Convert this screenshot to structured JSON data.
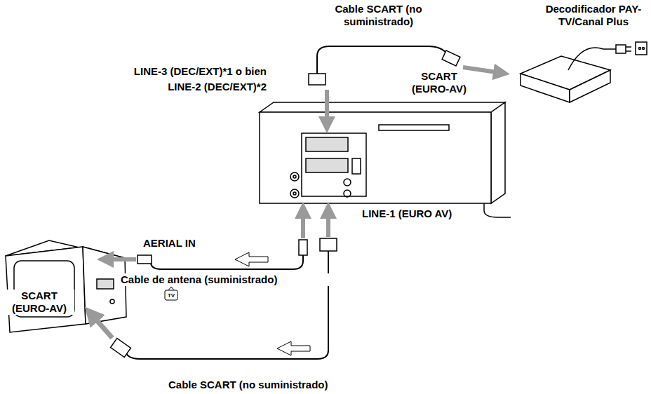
{
  "diagram": {
    "labels": [
      "Cable SCART (no suministrado)",
      "Decodificador PAY-TV/Canal Plus",
      "LINE-3 (DEC/EXT)*1 o bien",
      "LINE-2 (DEC/EXT)*2",
      "SCART (EURO-AV)",
      "LINE-1 (EURO AV)",
      "AERIAL IN",
      "Cable de antena (suministrado)",
      "SCART (EURO-AV)",
      "Cable SCART (no suministrado)",
      "TV"
    ]
  }
}
